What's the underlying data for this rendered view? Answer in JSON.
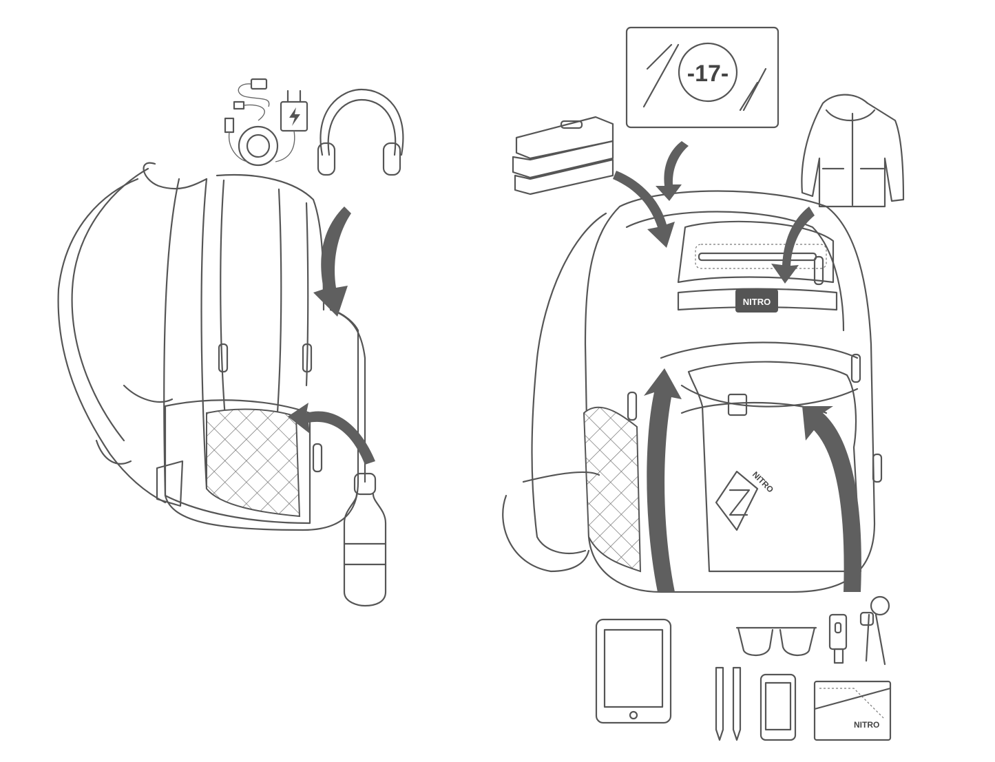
{
  "laptop": {
    "size_label": "-17-"
  },
  "logos": {
    "backpack_strap": "NITRO",
    "backpack_front": "NITRO",
    "wallet": "NITRO"
  },
  "colors": {
    "line": "#555555",
    "arrow": "#5f5f5f",
    "background": "#ffffff"
  }
}
